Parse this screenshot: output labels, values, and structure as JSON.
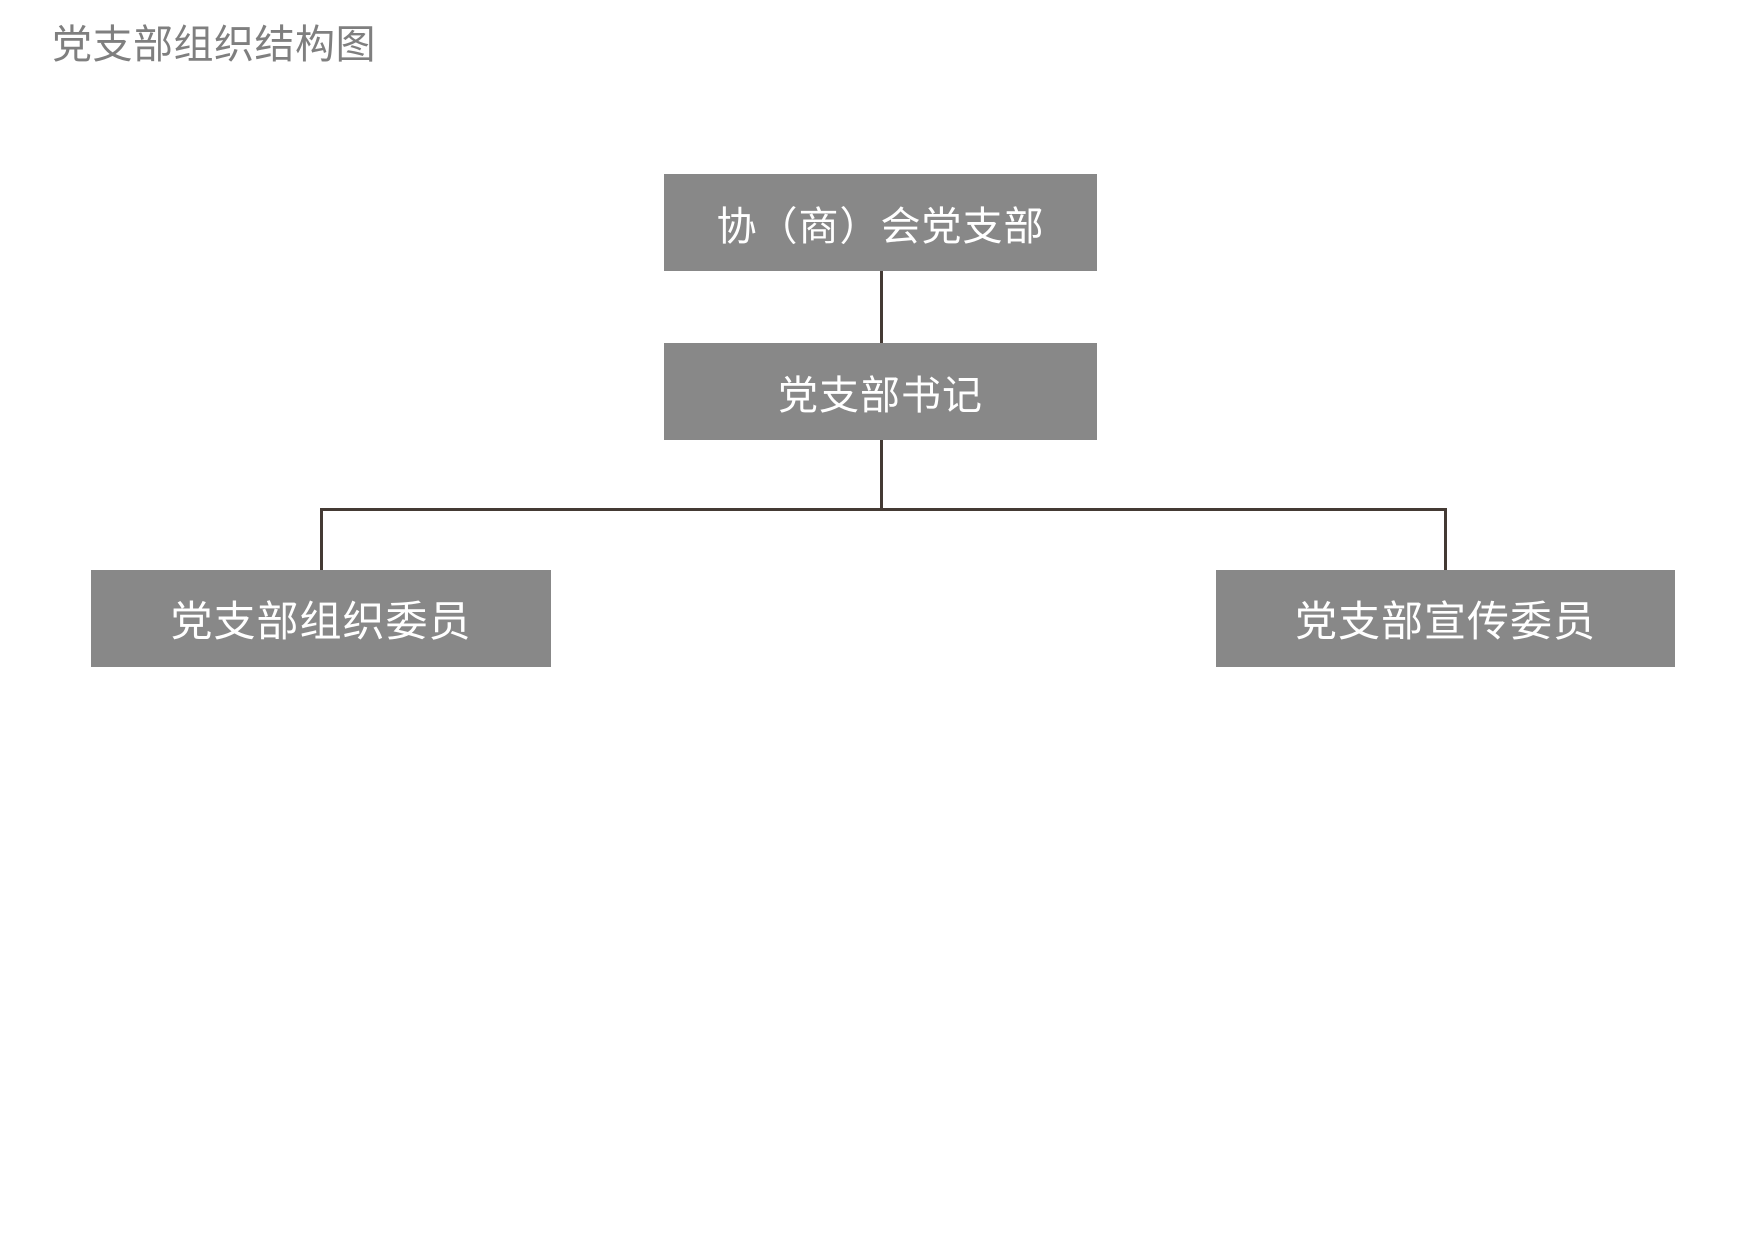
{
  "page": {
    "title": "党支部组织结构图",
    "background_color": "#ffffff",
    "title_color": "#7f7f7f"
  },
  "theme": {
    "node_fill": "#888888",
    "node_text_color": "#ffffff",
    "connector_color": "#443a34"
  },
  "chart_data": {
    "type": "diagram",
    "diagram_type": "organization-chart",
    "title": "党支部组织结构图",
    "orientation": "top-down",
    "nodes": [
      {
        "id": "root",
        "label": "协（商）会党支部",
        "level": 1,
        "parent": null
      },
      {
        "id": "secretary",
        "label": "党支部书记",
        "level": 2,
        "parent": "root"
      },
      {
        "id": "org_member",
        "label": "党支部组织委员",
        "level": 3,
        "parent": "secretary"
      },
      {
        "id": "pub_member",
        "label": "党支部宣传委员",
        "level": 3,
        "parent": "secretary"
      }
    ],
    "edges": [
      {
        "from": "root",
        "to": "secretary"
      },
      {
        "from": "secretary",
        "to": "org_member"
      },
      {
        "from": "secretary",
        "to": "pub_member"
      }
    ]
  },
  "nodes": {
    "root": {
      "label": "协（商）会党支部"
    },
    "secretary": {
      "label": "党支部书记"
    },
    "org_member": {
      "label": "党支部组织委员"
    },
    "pub_member": {
      "label": "党支部宣传委员"
    }
  }
}
